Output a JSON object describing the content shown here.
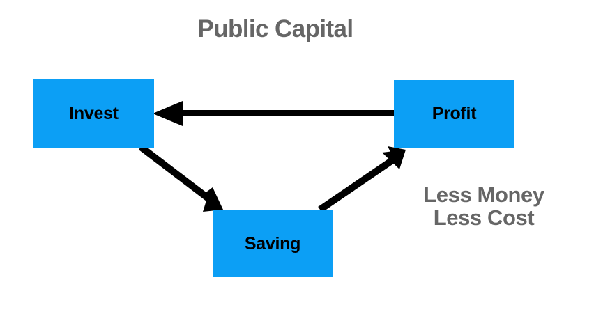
{
  "diagram": {
    "title": "Public Capital",
    "type": "cycle-flow-diagram",
    "background_color": "#ffffff",
    "node_fill_color": "#0c9ff5",
    "node_text_color": "#000000",
    "caption_color": "#666666",
    "arrow_color": "#000000",
    "nodes": [
      {
        "id": "invest",
        "label": "Invest"
      },
      {
        "id": "profit",
        "label": "Profit"
      },
      {
        "id": "saving",
        "label": "Saving"
      }
    ],
    "edges": [
      {
        "id": "profit-to-invest",
        "from": "Profit",
        "to": "Invest",
        "label": ""
      },
      {
        "id": "invest-to-saving",
        "from": "Invest",
        "to": "Saving",
        "label": ""
      },
      {
        "id": "saving-to-profit",
        "from": "Saving",
        "to": "Profit",
        "label": ""
      }
    ],
    "annotations": [
      {
        "id": "less-money-less-cost",
        "line1": "Less Money",
        "line2": "Less Cost"
      }
    ]
  }
}
